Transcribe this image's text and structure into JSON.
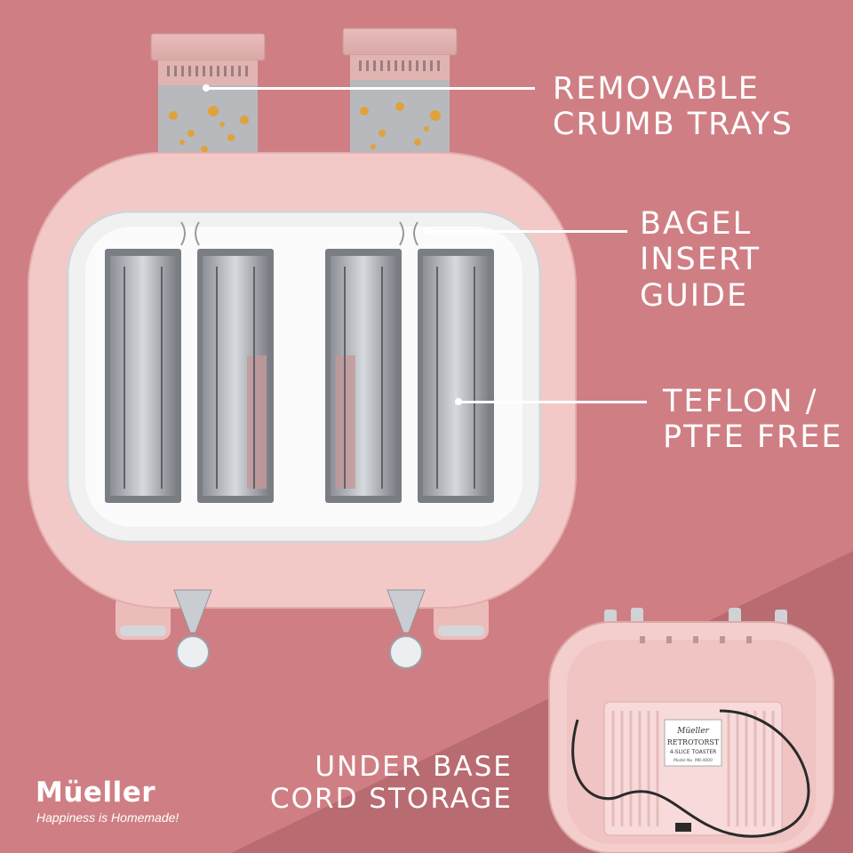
{
  "callouts": {
    "crumb_trays": {
      "line1": "REMOVABLE",
      "line2": "CRUMB TRAYS"
    },
    "bagel_guide": {
      "line1": "BAGEL",
      "line2": "INSERT",
      "line3": "GUIDE"
    },
    "teflon": {
      "line1": "TEFLON /",
      "line2": "PTFE FREE"
    },
    "cord": {
      "line1": "UNDER BASE",
      "line2": "CORD STORAGE"
    }
  },
  "brand": {
    "name": "Müeller",
    "tagline": "Happiness is Homemade!"
  },
  "base_label": {
    "brand": "Müeller",
    "line1": "RETROTORST",
    "line2": "4-SLICE TOASTER",
    "line3": "Model No. MR-4000"
  },
  "colors": {
    "background": "#cf7f84",
    "lower_panel": "#b86c72",
    "toaster_pink": "#f3c9c8",
    "plate_white": "#f1f1f1"
  }
}
